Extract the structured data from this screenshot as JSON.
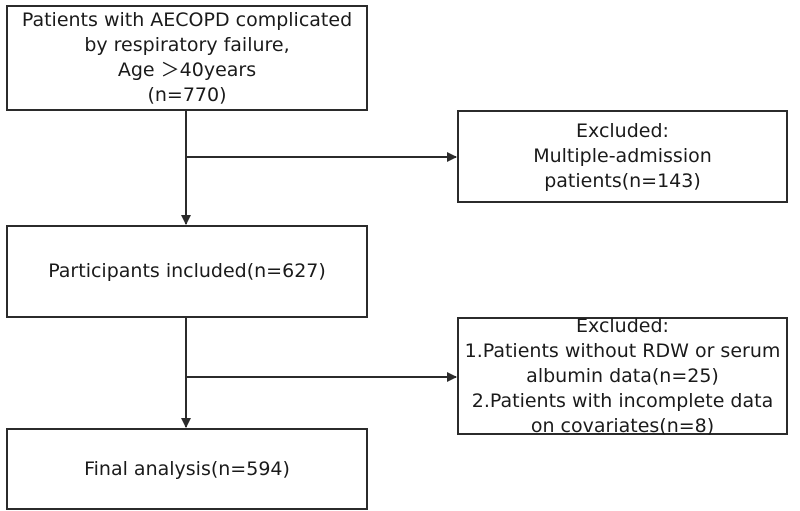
{
  "flowchart": {
    "start_box": {
      "lines": [
        "Patients with AECOPD complicated",
        "by respiratory failure,",
        "Age ＞40years",
        "(n=770)"
      ]
    },
    "exclusion_1": {
      "lines": [
        "Excluded:",
        "Multiple-admission",
        "patients(n=143)"
      ]
    },
    "included_box": {
      "lines": [
        "Participants included(n=627)"
      ]
    },
    "exclusion_2": {
      "lines": [
        "Excluded:",
        "1.Patients without RDW or serum",
        "albumin data(n=25)",
        "2.Patients with incomplete data",
        "on covariates(n=8)"
      ]
    },
    "final_box": {
      "lines": [
        "Final analysis(n=594)"
      ]
    }
  },
  "colors": {
    "border": "#2b2b2b",
    "arrow": "#2b2b2b",
    "text": "#1a1a1a",
    "background": "#ffffff"
  }
}
